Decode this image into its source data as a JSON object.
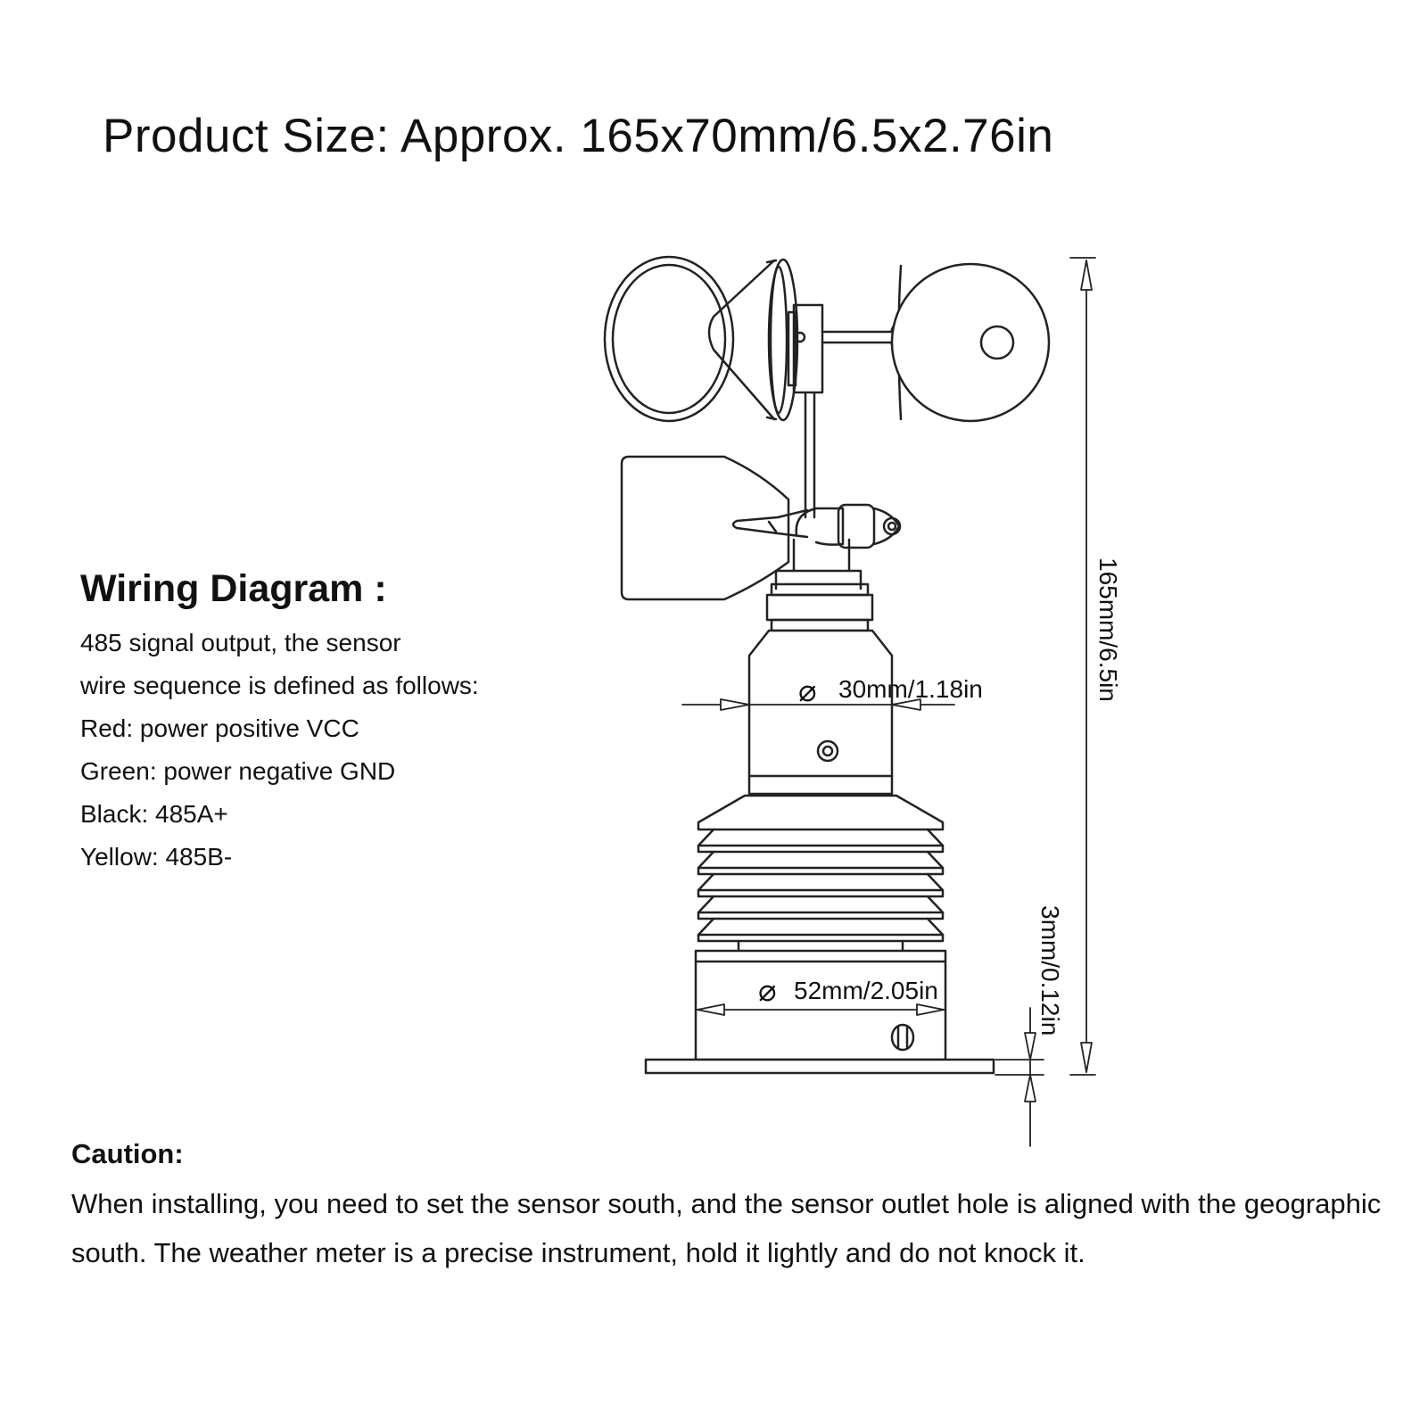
{
  "title": "Product Size: Approx. 165x70mm/6.5x2.76in",
  "wiring": {
    "heading": "Wiring Diagram :",
    "lines": [
      "485 signal output, the sensor",
      "wire sequence is defined as follows:",
      "Red: power positive VCC",
      "Green: power negative GND",
      "Black: 485A+",
      "Yellow: 485B-"
    ]
  },
  "dimensions": {
    "height": "165mm/6.5in",
    "upper_diameter": "30mm/1.18in",
    "lower_diameter": "52mm/2.05in",
    "base_thickness": "3mm/0.12in",
    "diameter_symbol": "⌀"
  },
  "caution": {
    "heading": "Caution:",
    "text": "When installing, you need to set the sensor south, and the sensor outlet hole is aligned with the geographic south. The weather meter is a precise instrument, hold it lightly and do not knock it."
  }
}
